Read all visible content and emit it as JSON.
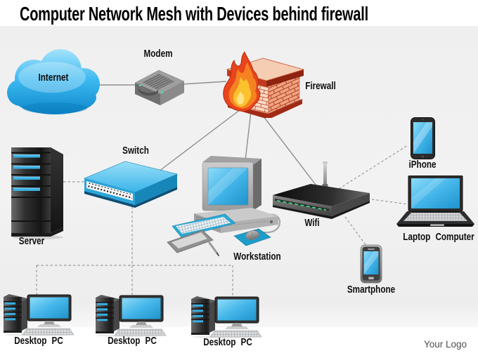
{
  "title": "Computer Network Mesh with Devices behind firewall",
  "branding": {
    "logo_text": "Your Logo"
  },
  "nodes": {
    "internet": {
      "label": "Internet",
      "icon": "cloud-icon"
    },
    "modem": {
      "label": "Modem",
      "icon": "modem-icon"
    },
    "firewall": {
      "label": "Firewall",
      "icon": "brick-wall-flame-icon"
    },
    "switch": {
      "label": "Switch",
      "icon": "network-switch-icon"
    },
    "server": {
      "label": "Server",
      "icon": "server-tower-icon"
    },
    "workstation": {
      "label": "Workstation",
      "icon": "desktop-workstation-icon"
    },
    "wifi": {
      "label": "Wifi",
      "icon": "wireless-router-icon"
    },
    "iphone": {
      "label": "iPhone",
      "icon": "smartphone-icon"
    },
    "laptop": {
      "label": "Laptop Computer",
      "icon": "laptop-icon"
    },
    "smartphone": {
      "label": "Smartphone",
      "icon": "smartphone-icon"
    },
    "desktop_pc_1": {
      "label": "Desktop PC",
      "icon": "desktop-pc-icon"
    },
    "desktop_pc_2": {
      "label": "Desktop PC",
      "icon": "desktop-pc-icon"
    },
    "desktop_pc_3": {
      "label": "Desktop PC",
      "icon": "desktop-pc-icon"
    }
  },
  "edges": [
    {
      "from": "internet",
      "to": "modem",
      "style": "solid"
    },
    {
      "from": "modem",
      "to": "firewall",
      "style": "solid"
    },
    {
      "from": "firewall",
      "to": "switch",
      "style": "solid"
    },
    {
      "from": "firewall",
      "to": "workstation",
      "style": "solid"
    },
    {
      "from": "firewall",
      "to": "wifi",
      "style": "solid"
    },
    {
      "from": "server",
      "to": "switch",
      "style": "dashed"
    },
    {
      "from": "switch",
      "to": "desktop_pc_1",
      "style": "dashed"
    },
    {
      "from": "switch",
      "to": "desktop_pc_2",
      "style": "dashed"
    },
    {
      "from": "switch",
      "to": "desktop_pc_3",
      "style": "dashed"
    },
    {
      "from": "wifi",
      "to": "iphone",
      "style": "dashed"
    },
    {
      "from": "wifi",
      "to": "laptop",
      "style": "dashed"
    },
    {
      "from": "wifi",
      "to": "smartphone",
      "style": "dashed"
    }
  ],
  "colors": {
    "background": "#f0f0f0",
    "device_blue": "#3cb9ec",
    "screen_blue": "#43b5e9",
    "firewall_brick": "#e8754f",
    "firewall_cap_red": "#c23a1d",
    "flame_orange": "#f58220",
    "flame_yellow": "#fcc22d",
    "led_green": "#35d67d",
    "line_gray": "#9a9a9a"
  }
}
